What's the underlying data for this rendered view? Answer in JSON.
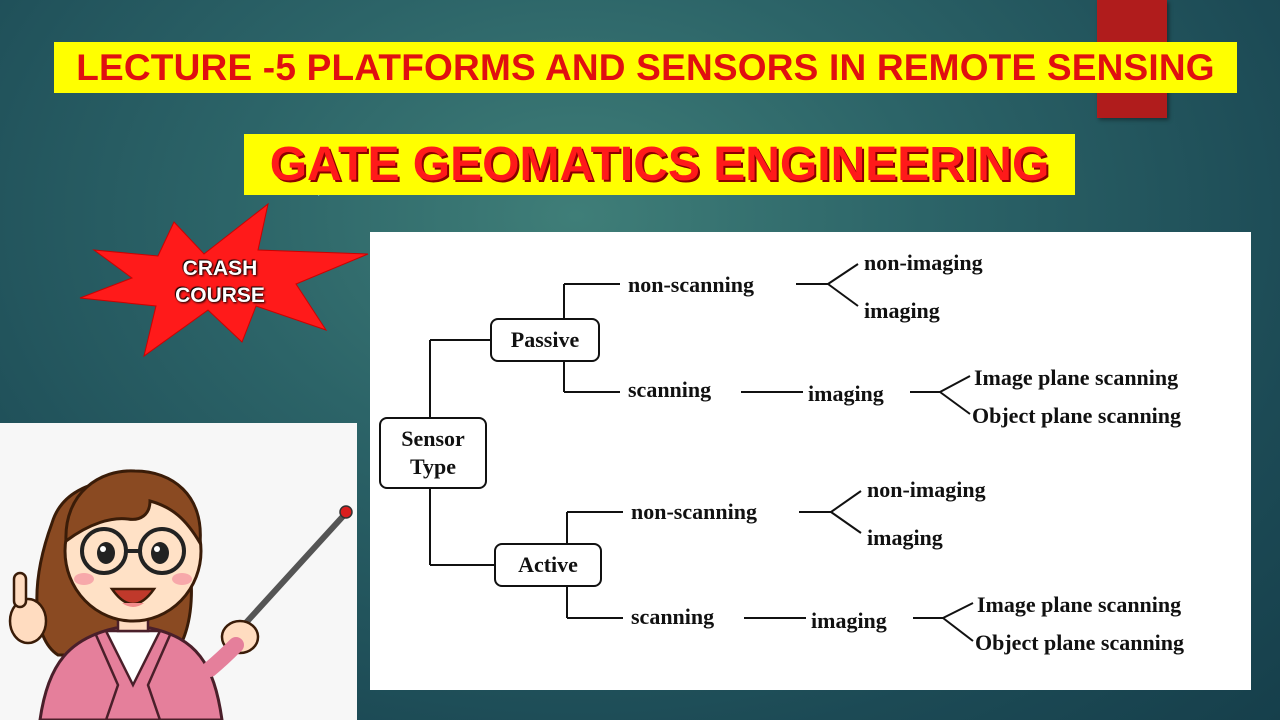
{
  "title_main": "LECTURE -5 PLATFORMS AND SENSORS IN REMOTE SENSING",
  "title_sub": "GATE GEOMATICS ENGINEERING",
  "badge": {
    "line1": "CRASH",
    "line2": "COURSE"
  },
  "diagram": {
    "root": {
      "line1": "Sensor",
      "line2": "Type"
    },
    "passive": {
      "label": "Passive",
      "non_scanning": {
        "label": "non-scanning",
        "children": [
          "non-imaging",
          "imaging"
        ]
      },
      "scanning": {
        "label": "scanning",
        "imaging": "imaging",
        "children": [
          "Image plane scanning",
          "Object plane scanning"
        ]
      }
    },
    "active": {
      "label": "Active",
      "non_scanning": {
        "label": "non-scanning",
        "children": [
          "non-imaging",
          "imaging"
        ]
      },
      "scanning": {
        "label": "scanning",
        "imaging": "imaging",
        "children": [
          "Image plane scanning",
          "Object plane scanning"
        ]
      }
    }
  },
  "colors": {
    "title_bg": "#ffff00",
    "title_text": "#e01010",
    "badge_fill": "#ff1a1a",
    "accent_tab": "#b01c1c",
    "background": "#2c6468"
  },
  "icons": {
    "presenter": "teacher-with-pointer-illustration",
    "arrow": "triangle-arrow-icon"
  }
}
